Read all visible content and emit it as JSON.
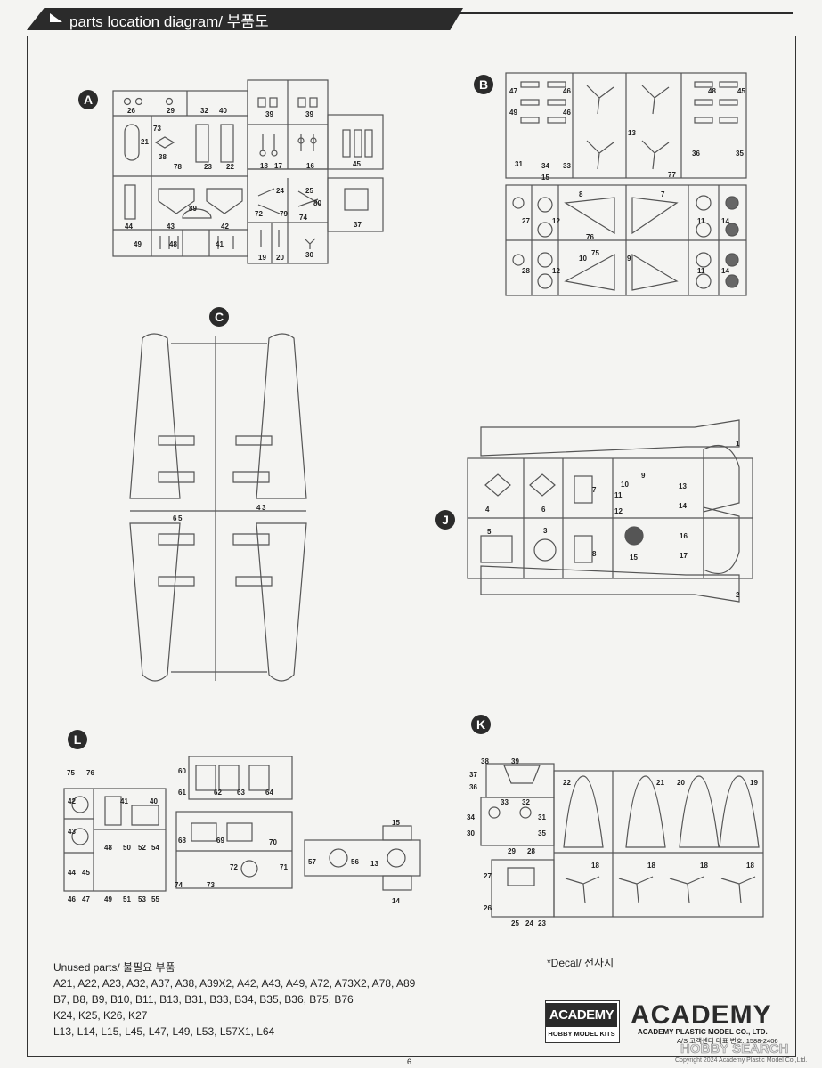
{
  "header": {
    "title": "parts location diagram/ 부품도"
  },
  "sprues": {
    "A": {
      "letter": "A",
      "numbers": [
        "26",
        "29",
        "32",
        "40",
        "39",
        "39",
        "21",
        "73",
        "38",
        "78",
        "23",
        "22",
        "18",
        "17",
        "16",
        "45",
        "24",
        "25",
        "80",
        "72",
        "79",
        "74",
        "44",
        "43",
        "89",
        "42",
        "37",
        "49",
        "48",
        "41",
        "19",
        "20",
        "30"
      ]
    },
    "B": {
      "letter": "B",
      "numbers": [
        "47",
        "46",
        "49",
        "46",
        "48",
        "45",
        "13",
        "36",
        "35",
        "31",
        "34",
        "33",
        "15",
        "77",
        "8",
        "7",
        "27",
        "12",
        "11",
        "14",
        "76",
        "75",
        "28",
        "12",
        "10",
        "9",
        "11",
        "14"
      ]
    },
    "C": {
      "letter": "C",
      "numbers": [
        "6",
        "5",
        "4",
        "3"
      ]
    },
    "J": {
      "letter": "J",
      "numbers": [
        "1",
        "4",
        "6",
        "7",
        "10",
        "9",
        "11",
        "12",
        "13",
        "14",
        "5",
        "3",
        "8",
        "15",
        "16",
        "17",
        "2"
      ]
    },
    "K": {
      "letter": "K",
      "numbers": [
        "38",
        "39",
        "37",
        "36",
        "22",
        "21",
        "20",
        "19",
        "33",
        "32",
        "34",
        "31",
        "30",
        "35",
        "29",
        "28",
        "18",
        "18",
        "18",
        "18",
        "27",
        "26",
        "25",
        "24",
        "23"
      ]
    },
    "L": {
      "letter": "L",
      "numbers": [
        "75",
        "76",
        "60",
        "61",
        "62",
        "63",
        "64",
        "42",
        "41",
        "40",
        "43",
        "68",
        "69",
        "70",
        "48",
        "50",
        "52",
        "54",
        "44",
        "45",
        "57",
        "56",
        "13",
        "15",
        "72",
        "71",
        "74",
        "73",
        "14",
        "46",
        "47",
        "49",
        "51",
        "53",
        "55"
      ]
    }
  },
  "unused": {
    "title": "Unused parts/ 불필요 부품",
    "lines": [
      "A21, A22, A23, A32, A37, A38, A39X2, A42, A43, A49, A72, A73X2, A78, A89",
      "B7, B8, B9, B10, B11, B13, B31, B33, B34, B35, B36, B75, B76",
      "K24, K25, K26, K27",
      "L13, L14, L15, L45, L47, L49, L53, L57X1, L64"
    ]
  },
  "decal_note": "*Decal/ 전사지",
  "logo": {
    "small": "ACADEMY",
    "small_sub": "HOBBY MODEL KITS",
    "big": "ACADEMY",
    "company": "ACADEMY PLASTIC MODEL CO., LTD.",
    "service": "A/S 고객센터 대표 번호: 1588-2406"
  },
  "page_number": "6",
  "watermark": {
    "text": "HOBBY SEARCH",
    "copyright": "Copyright 2024 Academy Plastic Model Co.,Ltd."
  }
}
